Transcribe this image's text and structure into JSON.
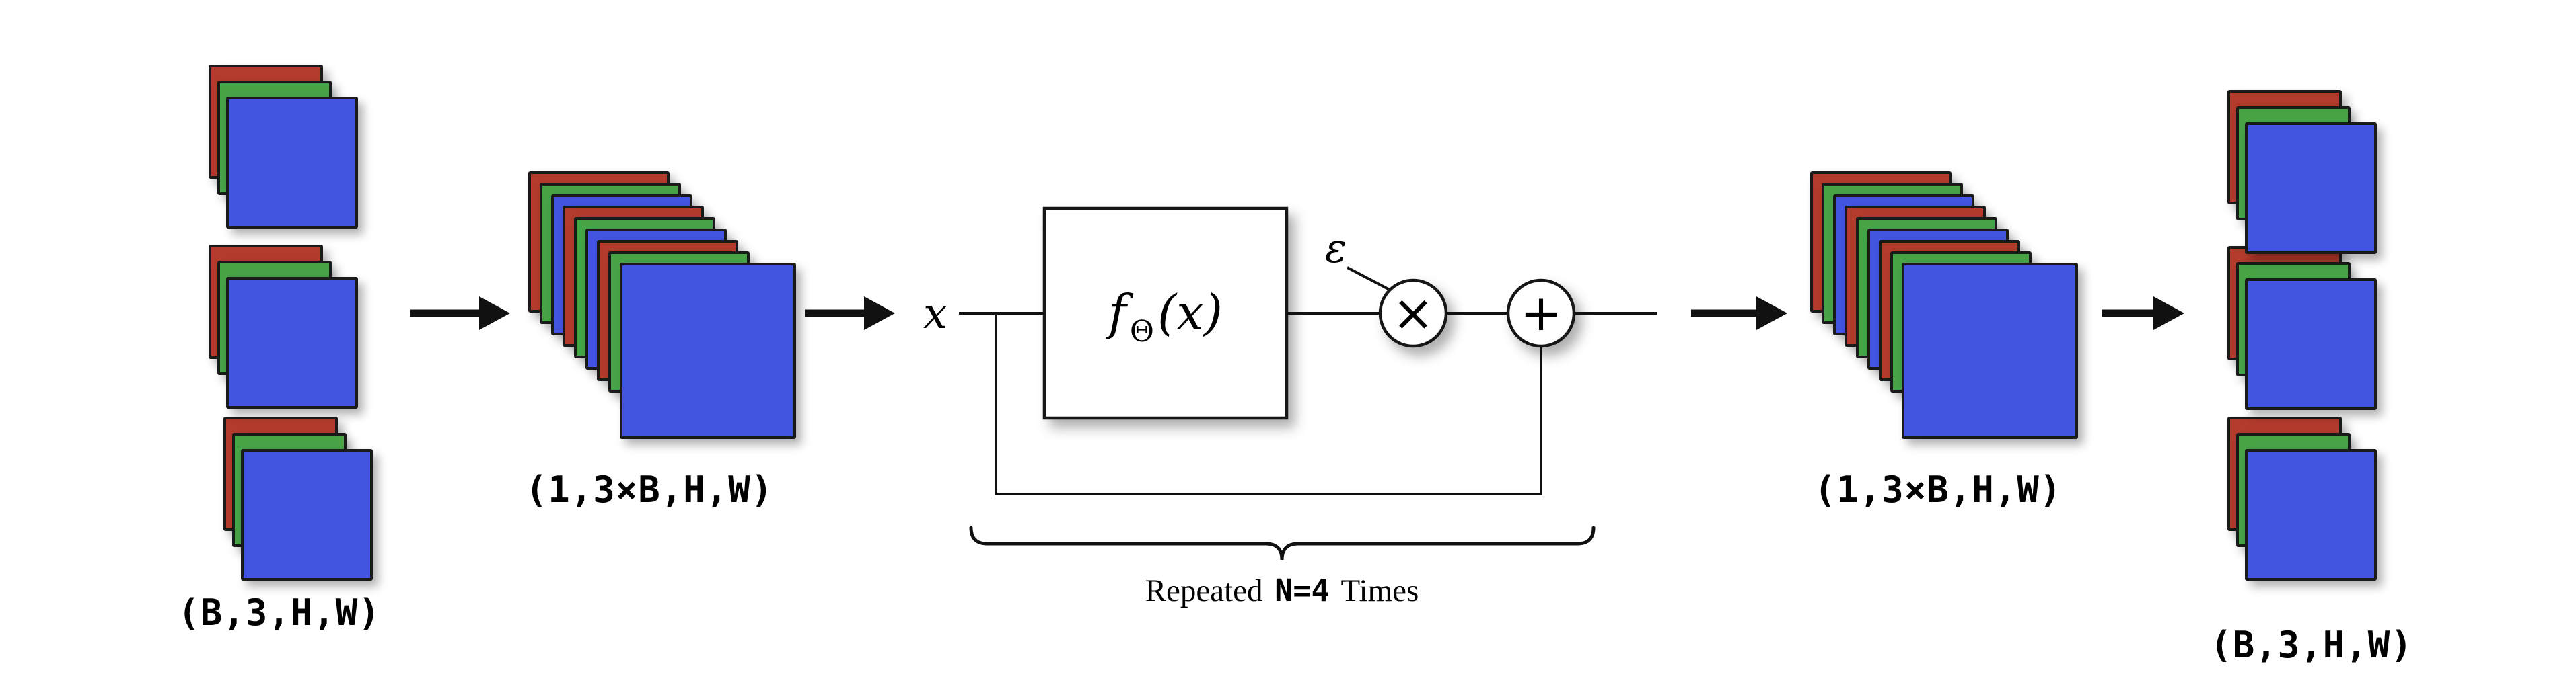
{
  "colors": {
    "red": "#b23b2c",
    "green": "#46a346",
    "blue": "#4254e0",
    "ink": "#141414",
    "background": "#ffffff"
  },
  "stacks": {
    "small": [
      "red",
      "green",
      "blue"
    ],
    "big": [
      "red",
      "green",
      "blue",
      "red",
      "green",
      "blue",
      "red",
      "green",
      "blue"
    ]
  },
  "labels": {
    "input_shape": "(B,3,H,W)",
    "merged_shape_left": "(1,3×B,H,W)",
    "merged_shape_right": "(1,3×B,H,W)",
    "output_shape": "(B,3,H,W)",
    "x_input": "x",
    "fn_f": "f",
    "fn_sub": "Θ",
    "fn_arg": "(x)",
    "epsilon": "ε",
    "multiply": "×",
    "add": "+",
    "repeat_prefix": "Repeated",
    "repeat_count": "N=4",
    "repeat_suffix": "Times"
  }
}
